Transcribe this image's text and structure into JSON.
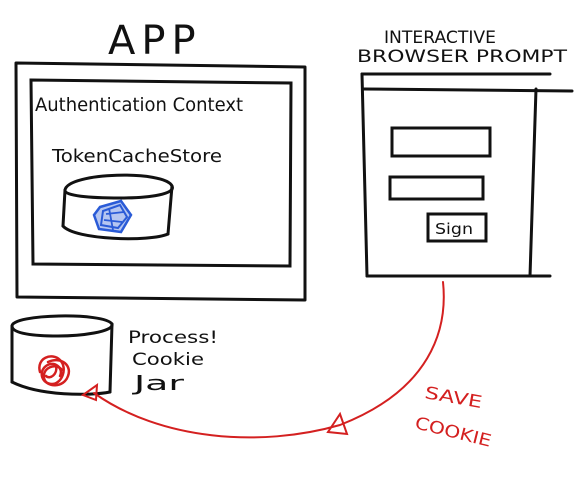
{
  "app": {
    "title": "APP",
    "auth_context_label": "Authentication Context",
    "token_cache_label": "TokenCacheStore"
  },
  "browser": {
    "title_line1": "INTERACTIVE",
    "title_line2": "BROWSER PROMPT",
    "sign_in_label": "Sign"
  },
  "cookie_jar": {
    "label_line1": "Process!",
    "label_line2": "Cookie",
    "label_line3": "Jar"
  },
  "flow": {
    "label_line1": "SAVE",
    "label_line2": "COOKIE"
  },
  "colors": {
    "ink": "#111111",
    "flow": "#d42020",
    "token": "#2a5bd7"
  }
}
